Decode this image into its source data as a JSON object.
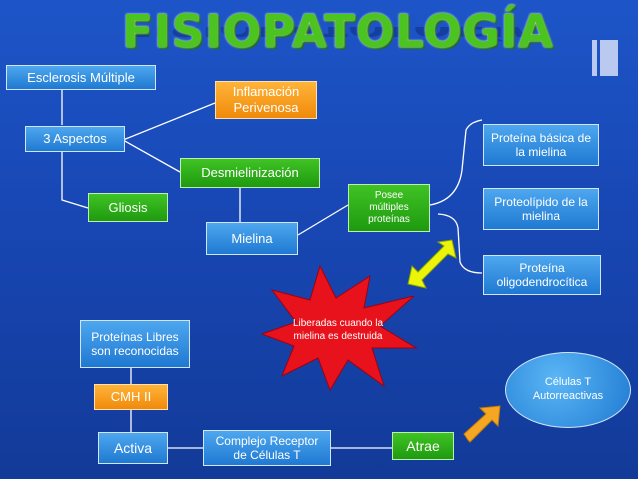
{
  "title": "FISIOPATOLOGÍA",
  "nodes": {
    "esclerosis": "Esclerosis Múltiple",
    "inflamacion": "Inflamación Perivenosa",
    "aspectos": "3 Aspectos",
    "desmielinizacion": "Desmielinización",
    "gliosis": "Gliosis",
    "mielina": "Mielina",
    "posee": "Posee múltiples proteínas",
    "proteina_basica": "Proteína básica de la mielina",
    "proteolipido": "Proteolípido de la mielina",
    "oligo": "Proteína oligodendrocítica",
    "liberadas": "Liberadas cuando la mielina es destruida",
    "proteinas_libres": "Proteínas Libres son reconocidas",
    "cmh": "CMH II",
    "activa": "Activa",
    "complejo": "Complejo Receptor de Células T",
    "atrae": "Atrae",
    "celulas_t": "Células T Autorreactivas"
  },
  "colors": {
    "background": "#1847b4",
    "title": "#4cc41f",
    "green_node": "#2aad18",
    "blue_node": "#2b87dc",
    "orange_node": "#f79a18",
    "star": "#e8121c",
    "double_arrow": "#e8f000",
    "arrow": "#f5a623"
  },
  "icons": [
    "double-arrow-icon",
    "up-right-arrow-icon",
    "explosion-star-icon"
  ]
}
